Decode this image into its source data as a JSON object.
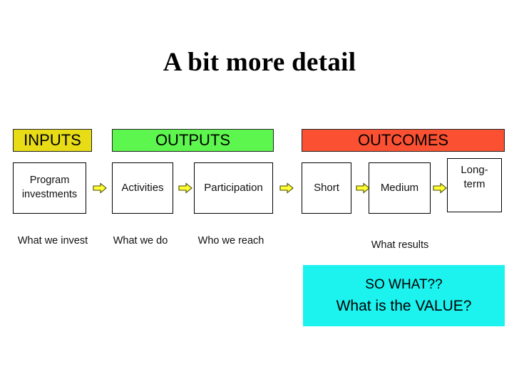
{
  "slide": {
    "title": "A bit more detail",
    "colors": {
      "inputs_band": "#e8dc16",
      "outputs_band": "#5cf64e",
      "outcomes_band": "#fb5132",
      "sowhat_box": "#1cf2ee",
      "arrow_fill": "#ffff33",
      "arrow_stroke": "#4a4a00",
      "box_border": "#000000",
      "text": "#000000"
    },
    "bands": [
      {
        "id": "inputs",
        "label": "INPUTS"
      },
      {
        "id": "outputs",
        "label": "OUTPUTS"
      },
      {
        "id": "outcomes",
        "label": "OUTCOMES"
      }
    ],
    "stages": [
      {
        "id": "program-investments",
        "label": "Program investments"
      },
      {
        "id": "activities",
        "label": "Activities"
      },
      {
        "id": "participation",
        "label": "Participation"
      },
      {
        "id": "short",
        "label": "Short"
      },
      {
        "id": "medium",
        "label": "Medium"
      },
      {
        "id": "long-term",
        "label": "Long-term"
      }
    ],
    "arrows": [
      {
        "id": "arrow-inputs-to-activities",
        "icon": "right-block-arrow-icon"
      },
      {
        "id": "arrow-activities-to-participation",
        "icon": "right-block-arrow-icon"
      },
      {
        "id": "arrow-participation-to-short",
        "icon": "right-block-arrow-icon"
      },
      {
        "id": "arrow-short-to-medium",
        "icon": "right-block-arrow-icon"
      },
      {
        "id": "arrow-medium-to-longterm",
        "icon": "right-block-arrow-icon"
      }
    ],
    "captions": [
      {
        "id": "what-we-invest",
        "label": "What we invest"
      },
      {
        "id": "what-we-do",
        "label": "What we do"
      },
      {
        "id": "who-we-reach",
        "label": "Who we reach"
      },
      {
        "id": "what-results",
        "label": "What results"
      }
    ],
    "sowhat": {
      "line1": "SO WHAT??",
      "line2": "What is the VALUE?"
    }
  }
}
